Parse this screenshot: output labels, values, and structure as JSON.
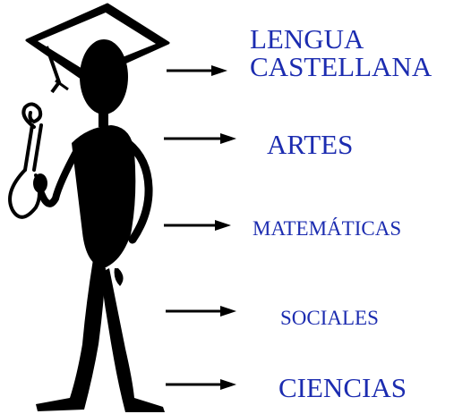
{
  "subjects": [
    {
      "name": "lengua",
      "lines": [
        "LENGUA",
        "CASTELLANA"
      ]
    },
    {
      "name": "artes",
      "lines": [
        "ARTES"
      ]
    },
    {
      "name": "matematicas",
      "lines": [
        "MATEMÁTICAS"
      ]
    },
    {
      "name": "sociales",
      "lines": [
        "SOCIALES"
      ]
    },
    {
      "name": "ciencias",
      "lines": [
        "CIENCIAS"
      ]
    }
  ],
  "colors": {
    "label": "#1c2cb0",
    "figure": "#000000",
    "arrow": "#000000"
  },
  "icons": {
    "figure": "graduate-stick-figure-icon",
    "diploma": "diploma-scroll-icon",
    "arrow": "right-arrow-icon"
  }
}
